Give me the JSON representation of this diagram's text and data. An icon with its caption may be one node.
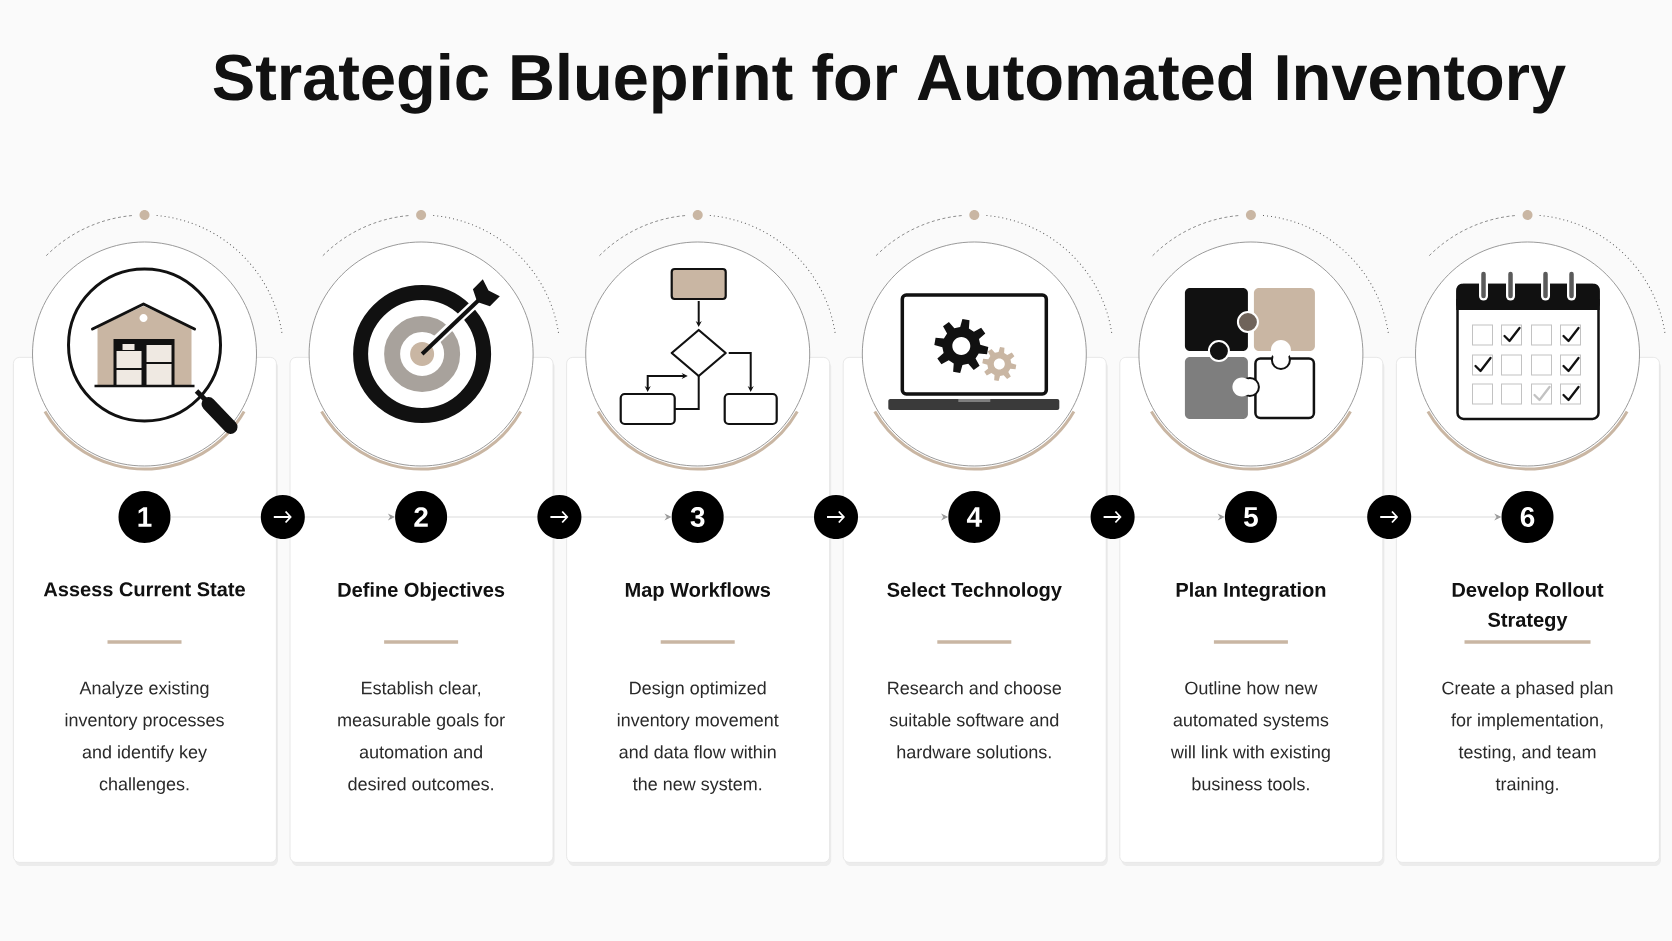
{
  "diagram": {
    "title": "Strategic Blueprint for Automated Inventory",
    "nodes": [
      {
        "text": [
          "Assess Current State",
          "Analyze existing inventory processes and identify key challenges."
        ]
      },
      {
        "text": [
          "1"
        ],
        "in": 0
      },
      {
        "text": [
          "Define Objectives",
          "Establish clear, measurable goals for automation and desired outcomes."
        ]
      },
      {
        "text": [
          "2"
        ],
        "in": 2
      },
      {
        "text": [
          "Map Workflows",
          "Design optimized inventory movement and data flow within the new system."
        ]
      },
      {
        "text": [
          "3"
        ],
        "in": 4
      },
      {
        "text": [
          "Select Technology",
          "Research and choose suitable software and hardware solutions."
        ]
      },
      {
        "text": [
          "4"
        ],
        "in": 6
      },
      {
        "text": [
          "Plan Integration",
          "Outline how new automated systems will link with existing business tools."
        ]
      },
      {
        "text": [
          "5"
        ],
        "in": 8
      },
      {
        "text": [
          "Develop Rollout Strategy",
          "Create a phased plan for implementation, testing, and team training."
        ]
      },
      {
        "text": [
          "6"
        ],
        "in": 10
      }
    ],
    "edges": [
      {
        "from": 1,
        "to": 3,
        "arrow": "to"
      },
      {
        "from": 3,
        "to": 5,
        "arrow": "to"
      },
      {
        "from": 5,
        "to": 7,
        "arrow": "to"
      },
      {
        "from": 7,
        "to": 9,
        "arrow": "to"
      },
      {
        "from": 9,
        "to": 11,
        "arrow": "to"
      }
    ]
  }
}
